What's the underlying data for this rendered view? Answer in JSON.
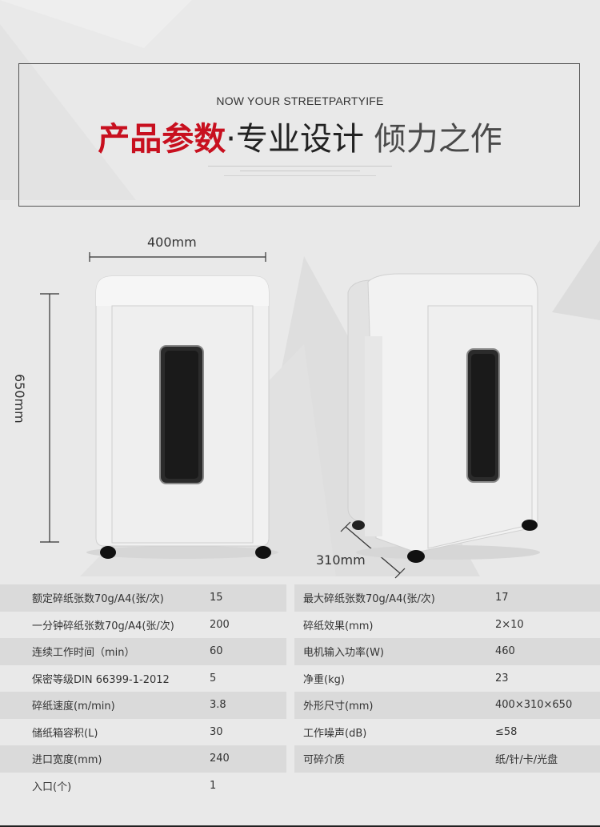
{
  "header": {
    "eyebrow": "NOW YOUR STREETPARTYIFE",
    "title_red": "产品参数",
    "title_dot": "·",
    "title_main": "专业设计",
    "title_tail": "倾力之作"
  },
  "dimensions": {
    "width_label": "400mm",
    "height_label": "650mm",
    "depth_label": "310mm"
  },
  "specs": {
    "left": [
      {
        "label": "额定碎纸张数70g/A4(张/次)",
        "value": "15"
      },
      {
        "label": "一分钟碎纸张数70g/A4(张/次)",
        "value": "200"
      },
      {
        "label": "连续工作时间（min）",
        "value": "60"
      },
      {
        "label": "保密等级DIN 66399-1-2012",
        "value": "5"
      },
      {
        "label": "碎纸速度(m/min)",
        "value": "3.8"
      },
      {
        "label": "储纸箱容积(L)",
        "value": "30"
      },
      {
        "label": "进口宽度(mm)",
        "value": "240"
      },
      {
        "label": "入口(个)",
        "value": "1"
      }
    ],
    "right": [
      {
        "label": "最大碎纸张数70g/A4(张/次)",
        "value": "17"
      },
      {
        "label": "碎纸效果(mm)",
        "value": "2×10"
      },
      {
        "label": "电机输入功率(W)",
        "value": "460"
      },
      {
        "label": "净重(kg)",
        "value": "23"
      },
      {
        "label": "外形尺寸(mm)",
        "value": "400×310×650"
      },
      {
        "label": "工作噪声(dB)",
        "value": "≤58"
      },
      {
        "label": "可碎介质",
        "value": "纸/针/卡/光盘"
      }
    ]
  },
  "colors": {
    "accent_red": "#c8101f",
    "background": "#e9e9e9",
    "row_shade": "#dadada"
  }
}
